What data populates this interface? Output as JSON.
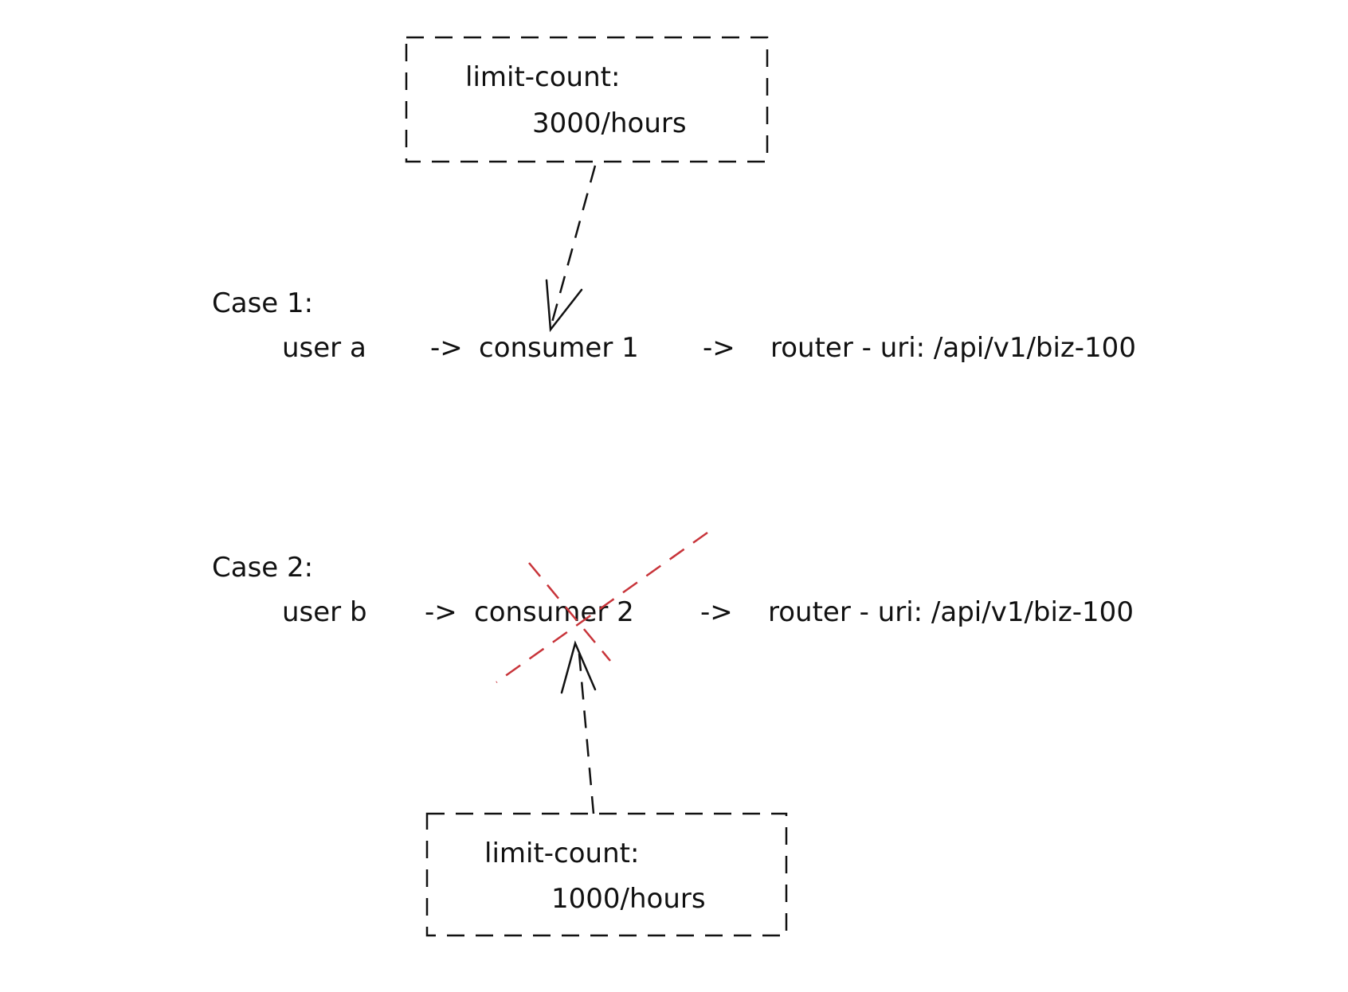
{
  "colors": {
    "ink": "#111111",
    "cross": "#c8343a",
    "background": "#ffffff"
  },
  "top_box": {
    "line1": "limit-count:",
    "line2": "3000/hours"
  },
  "case1": {
    "title": "Case 1:",
    "user": "user a",
    "arrow1": "->",
    "consumer": "consumer 1",
    "arrow2": "->",
    "router": "router - uri: /api/v1/biz-100"
  },
  "case2": {
    "title": "Case 2:",
    "user": "user b",
    "arrow1": "->",
    "consumer": "consumer 2",
    "arrow2": "->",
    "router": "router - uri: /api/v1/biz-100"
  },
  "bottom_box": {
    "line1": "limit-count:",
    "line2": "1000/hours"
  }
}
